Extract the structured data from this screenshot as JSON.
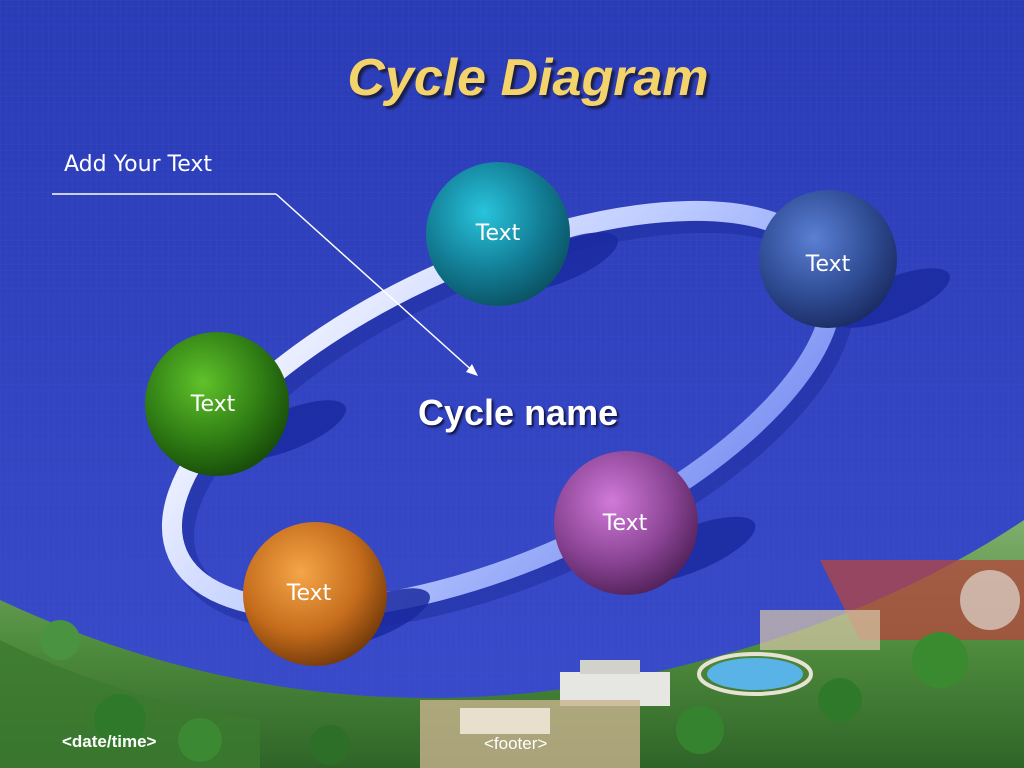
{
  "slide": {
    "title": "Cycle Diagram",
    "callout_text": "Add Your Text",
    "center_label": "Cycle name"
  },
  "nodes": [
    {
      "label": "Text",
      "color": "#1f9fb8"
    },
    {
      "label": "Text",
      "color": "#3a5aa8"
    },
    {
      "label": "Text",
      "color": "#3f9a1c"
    },
    {
      "label": "Text",
      "color": "#a45bb0"
    },
    {
      "label": "Text",
      "color": "#d9822a"
    }
  ],
  "footer": {
    "date_time": "<date/time>",
    "footer": "<footer>"
  },
  "colors": {
    "background": "#2f3ec0",
    "title": "#f4d36b",
    "ring": "#c9d6ff",
    "ring_shadow": "#1b2a9a"
  }
}
